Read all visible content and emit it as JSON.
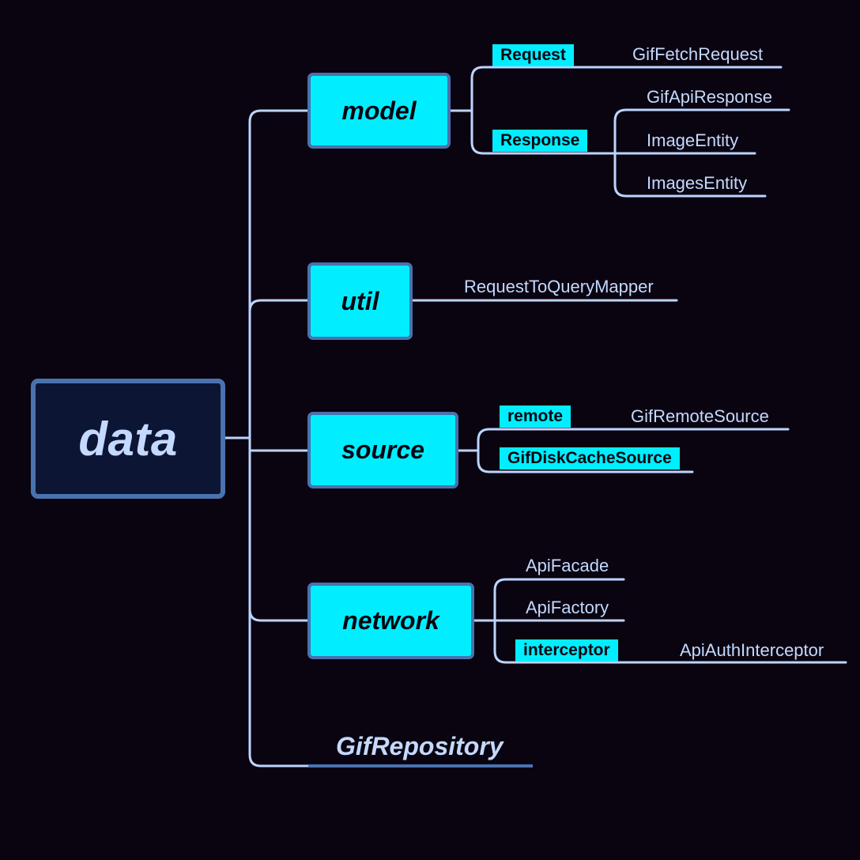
{
  "root": {
    "label": "data"
  },
  "packages": {
    "model": {
      "label": "model"
    },
    "util": {
      "label": "util"
    },
    "source": {
      "label": "source"
    },
    "network": {
      "label": "network"
    }
  },
  "model": {
    "request_tag": "Request",
    "request_class": "GifFetchRequest",
    "response_tag": "Response",
    "response_classes": [
      "GifApiResponse",
      "ImageEntity",
      "ImagesEntity"
    ]
  },
  "util": {
    "classes": [
      "RequestToQueryMapper"
    ]
  },
  "source": {
    "remote_tag": "remote",
    "remote_class": "GifRemoteSource",
    "disk_cache_class": "GifDiskCacheSource"
  },
  "network": {
    "classes": [
      "ApiFacade",
      "ApiFactory"
    ],
    "interceptor_tag": "interceptor",
    "interceptor_class": "ApiAuthInterceptor"
  },
  "repository": {
    "label": "GifRepository"
  },
  "colors": {
    "background": "#0a0410",
    "connector": "#bcd4ff",
    "box_fill": "#00eeff",
    "box_border": "#4a72ae",
    "root_fill": "#0d1535",
    "text_light": "#c4d9ff"
  }
}
